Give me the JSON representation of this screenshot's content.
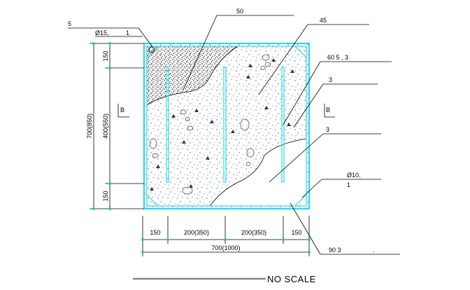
{
  "leaders": {
    "l5": "5",
    "phi15": "Ø15,",
    "one_top": "1",
    "l50": "50",
    "l45": "45",
    "l60_5_3": "60  5      , 3",
    "l3a": "3",
    "l3b": "3",
    "phi10": "Ø10,",
    "one_right": "1",
    "l90_3": "90  3"
  },
  "section_mark": "B",
  "dims_left": {
    "total": "700(850)",
    "top": "150",
    "middle": "400(550)",
    "bottom": "150"
  },
  "dims_bottom": {
    "d1": "150",
    "d2": "200(350)",
    "d3": "200(350)",
    "d4": "150",
    "total": "700(1000)"
  },
  "caption": "NO SCALE",
  "colors": {
    "rebar": "#2fd9e6",
    "markers": "#1fd08a",
    "line": "#000000",
    "scale_bar": "#888888"
  }
}
